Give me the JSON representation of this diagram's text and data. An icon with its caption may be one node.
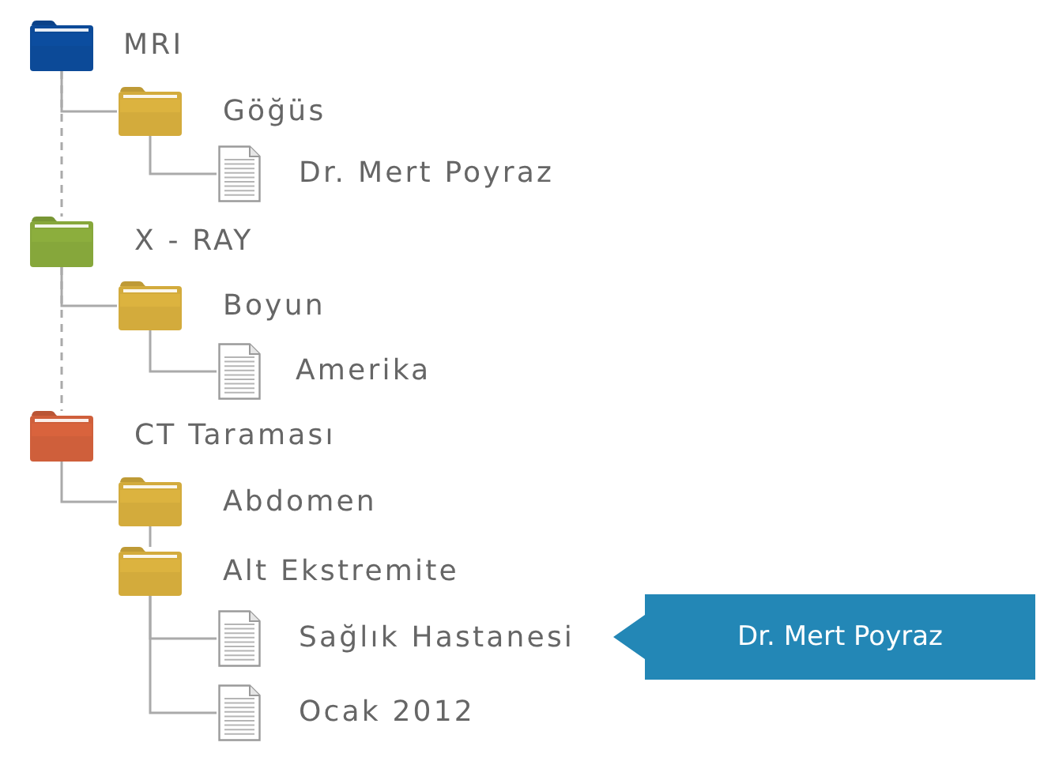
{
  "diagram": {
    "nodes": [
      {
        "text": [
          "MRI"
        ]
      },
      {
        "text": [
          "Göğüs"
        ]
      },
      {
        "text": [
          "Dr. Mert Poyraz"
        ]
      },
      {
        "text": [
          "X - RAY"
        ]
      },
      {
        "text": [
          "Boyun"
        ]
      },
      {
        "text": [
          "Amerika"
        ]
      },
      {
        "text": [
          "CT Taraması"
        ]
      },
      {
        "text": [
          "Abdomen"
        ]
      },
      {
        "text": [
          "Alt Ekstremite"
        ]
      },
      {
        "text": [
          "Sağlık Hastanesi"
        ]
      },
      {
        "text": [
          "Ocak 2012"
        ]
      },
      {
        "text": [
          "Dr. Mert Poyraz"
        ]
      }
    ],
    "edges": [
      {
        "from": 0,
        "to": 1,
        "arrow": "none"
      },
      {
        "from": 1,
        "to": 2,
        "arrow": "none"
      },
      {
        "from": 0,
        "to": 3,
        "arrow": "none",
        "style": "dashed"
      },
      {
        "from": 3,
        "to": 4,
        "arrow": "none"
      },
      {
        "from": 4,
        "to": 5,
        "arrow": "none"
      },
      {
        "from": 3,
        "to": 6,
        "arrow": "none",
        "style": "dashed"
      },
      {
        "from": 6,
        "to": 7,
        "arrow": "none"
      },
      {
        "from": 7,
        "to": 8,
        "arrow": "none"
      },
      {
        "from": 8,
        "to": 9,
        "arrow": "none"
      },
      {
        "from": 8,
        "to": 10,
        "arrow": "none"
      }
    ]
  }
}
